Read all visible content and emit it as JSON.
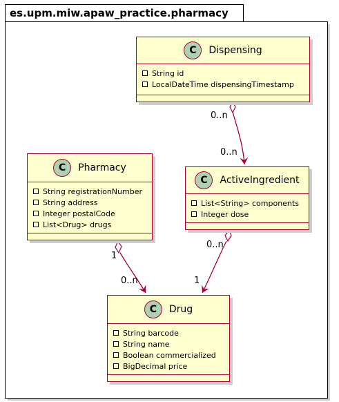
{
  "package": {
    "name": "es.upm.miw.apaw_practice.pharmacy"
  },
  "classes": {
    "dispensing": {
      "stereotype": "C",
      "name": "Dispensing",
      "attributes": [
        "String id",
        "LocalDateTime dispensingTimestamp"
      ]
    },
    "pharmacy": {
      "stereotype": "C",
      "name": "Pharmacy",
      "attributes": [
        "String registrationNumber",
        "String address",
        "Integer postalCode",
        "List<Drug> drugs"
      ]
    },
    "active_ingredient": {
      "stereotype": "C",
      "name": "ActiveIngredient",
      "attributes": [
        "List<String> components",
        "Integer dose"
      ]
    },
    "drug": {
      "stereotype": "C",
      "name": "Drug",
      "attributes": [
        "String barcode",
        "String name",
        "Boolean commercialized",
        "BigDecimal price"
      ]
    }
  },
  "associations": [
    {
      "from": "Dispensing",
      "to": "ActiveIngredient",
      "kind": "aggregation",
      "from_multiplicity": "0..n",
      "to_multiplicity": "0..n"
    },
    {
      "from": "Pharmacy",
      "to": "Drug",
      "kind": "aggregation",
      "from_multiplicity": "1",
      "to_multiplicity": "0..n"
    },
    {
      "from": "ActiveIngredient",
      "to": "Drug",
      "kind": "aggregation",
      "from_multiplicity": "0..n",
      "to_multiplicity": "1"
    }
  ],
  "colors": {
    "class_fill": "#fefece",
    "class_border": "#a80036",
    "stereotype_circle": "#add1b2",
    "edge": "#a80036"
  }
}
